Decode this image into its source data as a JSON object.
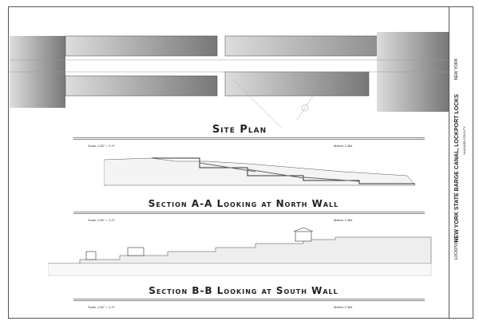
{
  "titles": {
    "site_plan": "Site Plan",
    "section_a": "Section A-A Looking at North Wall",
    "section_b": "Section B-B Looking at South Wall"
  },
  "scales": {
    "imperial": "Scale: 1/32\" = 1'-0\"",
    "metric": "Meters 1:384"
  },
  "title_block": {
    "project": "NEW YORK STATE BARGE CANAL, LOCKPORT LOCKS",
    "county": "NIAGARA COUNTY",
    "city": "LOCKPORT",
    "state": "NEW YORK"
  }
}
